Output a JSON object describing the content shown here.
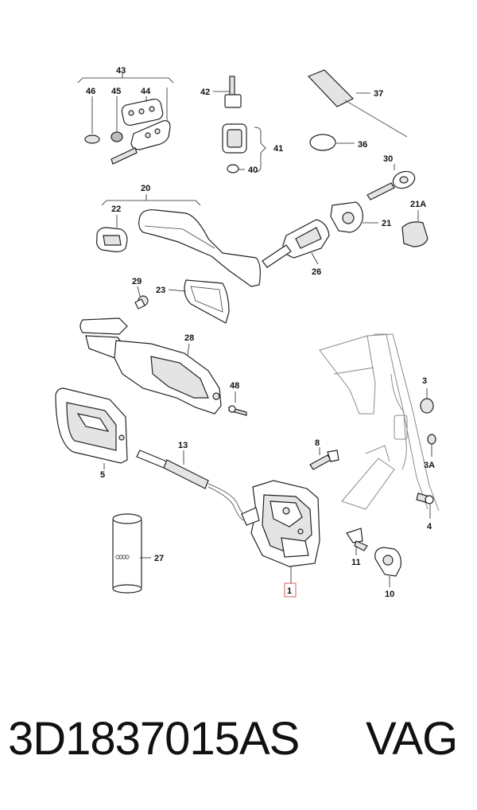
{
  "callouts": {
    "c1": "1",
    "c3": "3",
    "c3a": "3A",
    "c4": "4",
    "c5": "5",
    "c8": "8",
    "c10": "10",
    "c11": "11",
    "c13": "13",
    "c20": "20",
    "c21": "21",
    "c21a": "21A",
    "c22": "22",
    "c23": "23",
    "c26": "26",
    "c27": "27",
    "c28": "28",
    "c29": "29",
    "c30": "30",
    "c36": "36",
    "c37": "37",
    "c40": "40",
    "c41": "41",
    "c42": "42",
    "c43": "43",
    "c44": "44",
    "c45": "45",
    "c46": "46",
    "c48": "48"
  },
  "highlight_color": "#e07a7a",
  "footer": {
    "part_number": "3D1837015AS",
    "brand": "VAG"
  }
}
